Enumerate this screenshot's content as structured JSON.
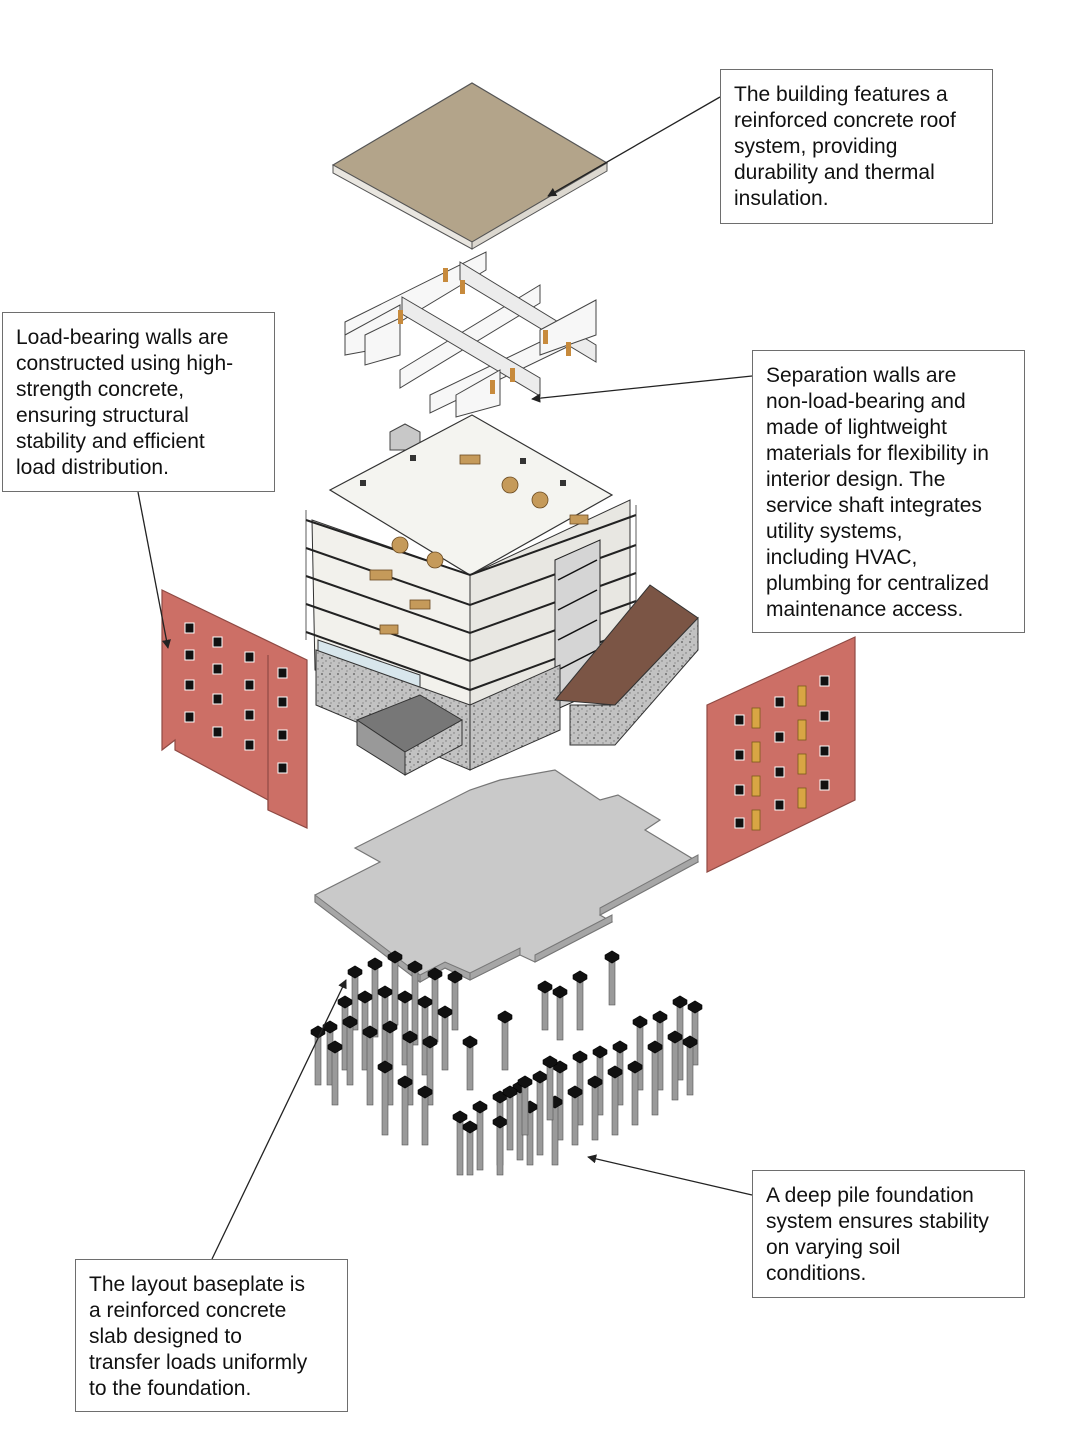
{
  "annotations": {
    "roof": "The building features a\nreinforced concrete roof\nsystem, providing\ndurability and thermal\ninsulation.",
    "load_bearing_walls": "Load-bearing walls are\nconstructed using high-\nstrength concrete,\nensuring structural\nstability and efficient\nload distribution.",
    "separation_walls": "Separation walls are\nnon-load-bearing and\nmade of lightweight\nmaterials for flexibility in\ninterior design. The\nservice shaft integrates\nutility systems,\nincluding HVAC,\nplumbing for centralized\nmaintenance access.",
    "pile_foundation": "A deep pile foundation\nsystem ensures stability\non varying soil\nconditions.",
    "baseplate": "The layout baseplate is\na reinforced concrete\nslab designed to\ntransfer loads uniformly\nto the foundation."
  },
  "colors": {
    "roof_top": "#b3a48a",
    "roof_edge": "#e9e6e0",
    "brick_wall": "#cc6f66",
    "brick_wall_edge": "#8f4a44",
    "baseplate_top": "#c9c9c9",
    "baseplate_edge": "#a6a6a6",
    "pile_cap": "#111111",
    "pile_shaft": "#9a9a9a",
    "terrace": "#7b5545",
    "concrete_base": "#b4b4b4",
    "leader_line": "#222222",
    "callout_border": "#6e6e6e"
  }
}
